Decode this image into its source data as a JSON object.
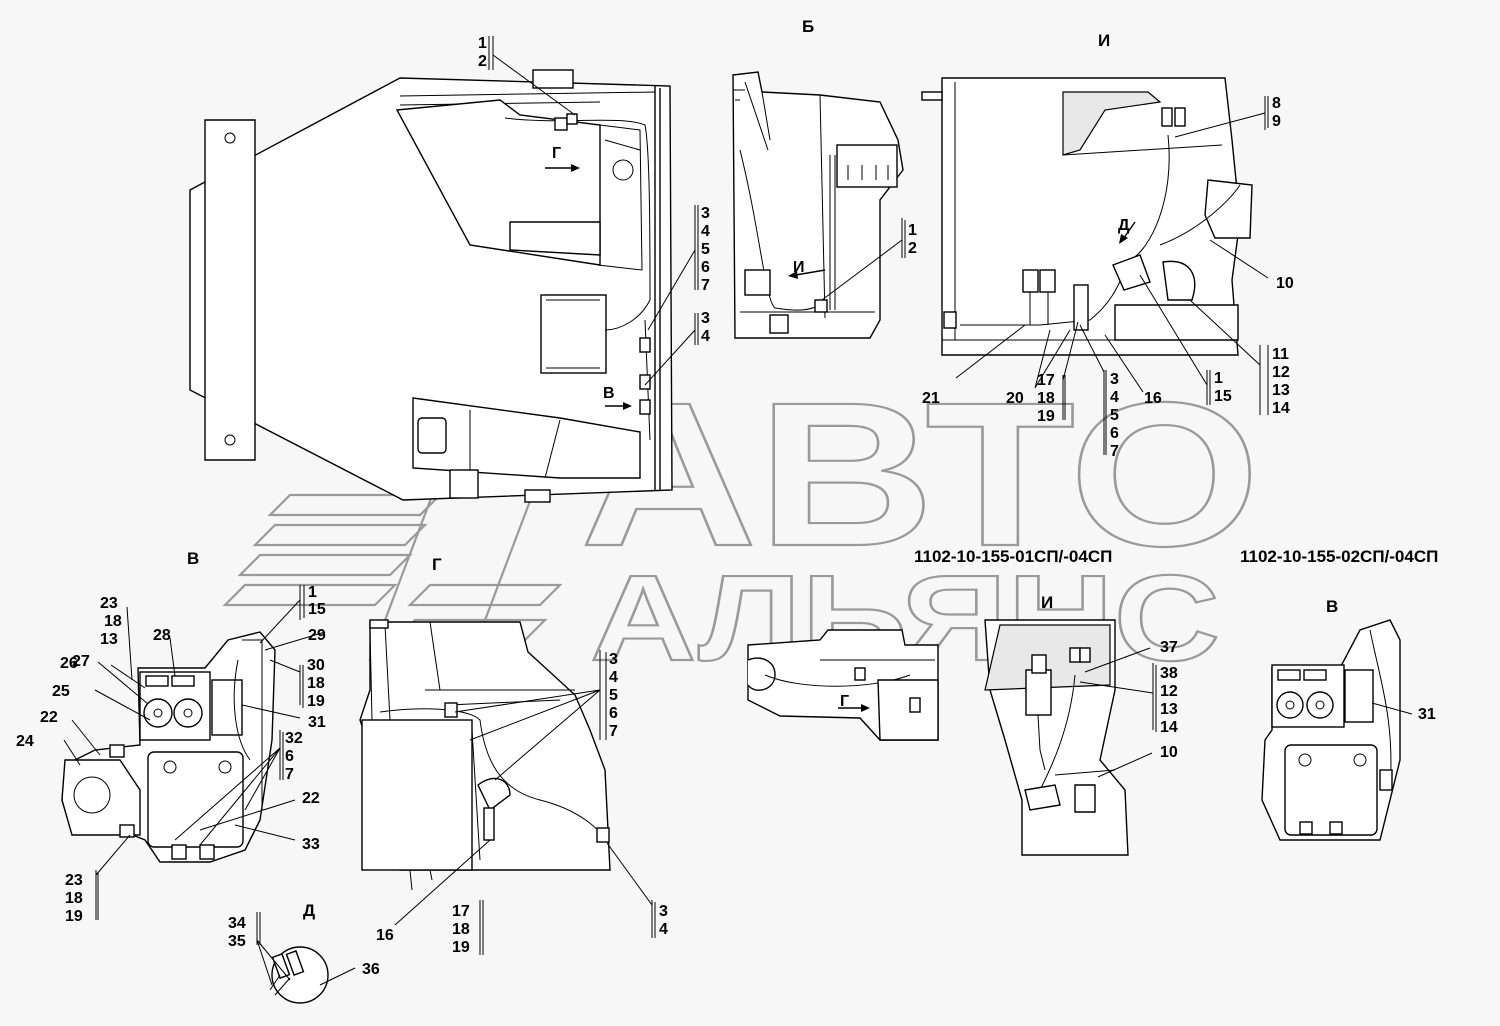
{
  "views": {
    "b": "Б",
    "i_top": "И",
    "v_left": "В",
    "g_mid": "Г",
    "v_right": "В",
    "i_mid": "И",
    "d": "Д"
  },
  "arrows": {
    "g": "Г",
    "v": "В",
    "i": "И",
    "d": "Д",
    "g2": "Г"
  },
  "variants": {
    "left": "1102-10-155-01СП/-04СП",
    "right": "1102-10-155-02СП/-04СП"
  },
  "callouts": {
    "main_1_2": [
      "1",
      "2"
    ],
    "main_3_7": [
      "3",
      "4",
      "5",
      "6",
      "7"
    ],
    "main_3_4": [
      "3",
      "4"
    ],
    "b_1_2": [
      "1",
      "2"
    ],
    "i_8_9": [
      "8",
      "9"
    ],
    "i_10": "10",
    "i_11_14": [
      "11",
      "12",
      "13",
      "14"
    ],
    "i_1_15": [
      "1",
      "15"
    ],
    "i_16": "16",
    "i_3_7": [
      "3",
      "4",
      "5",
      "6",
      "7"
    ],
    "i_17_19": [
      "17",
      "18",
      "19"
    ],
    "i_20": "20",
    "i_21": "21",
    "v_23_18_13": [
      "23",
      "18",
      "13"
    ],
    "v_27": "27",
    "v_28": "28",
    "v_26": "26",
    "v_25": "25",
    "v_22a": "22",
    "v_24": "24",
    "v_1_15": [
      "1",
      "15"
    ],
    "v_29": "29",
    "v_30_18_19": [
      "30",
      "18",
      "19"
    ],
    "v_31": "31",
    "v_32_6_7": [
      "32",
      "6",
      "7"
    ],
    "v_22b": "22",
    "v_33": "33",
    "v_23_18_19": [
      "23",
      "18",
      "19"
    ],
    "g_3_7": [
      "3",
      "4",
      "5",
      "6",
      "7"
    ],
    "g_16": "16",
    "g_17_19": [
      "17",
      "18",
      "19"
    ],
    "g_3_4": [
      "3",
      "4"
    ],
    "d_34_35": [
      "34",
      "35"
    ],
    "d_36": "36",
    "i2_37": "37",
    "i2_38_14": [
      "38",
      "12",
      "13",
      "14"
    ],
    "i2_10": "10",
    "v2_31": "31"
  },
  "watermark": {
    "line1": "АВТО",
    "line2": "АЛЬЯНС"
  }
}
